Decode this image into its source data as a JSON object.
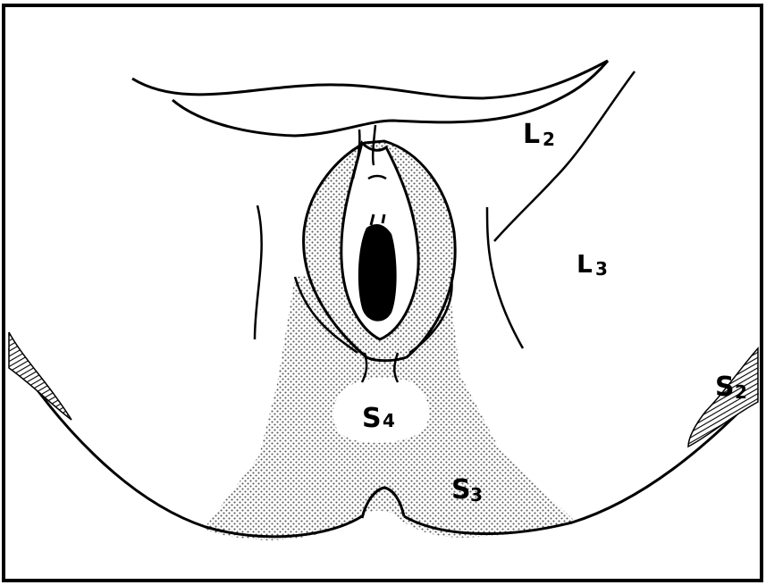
{
  "diagram": {
    "regions": [
      {
        "id": "L2",
        "letter": "L",
        "number": "2"
      },
      {
        "id": "L3",
        "letter": "L",
        "number": "3"
      },
      {
        "id": "S2",
        "letter": "S",
        "number": "2"
      },
      {
        "id": "S3",
        "letter": "S",
        "number": "3"
      },
      {
        "id": "S4",
        "letter": "S",
        "number": "4"
      }
    ]
  },
  "colors": {
    "ink": "#000000",
    "background": "#ffffff",
    "stipple": "#555555"
  }
}
